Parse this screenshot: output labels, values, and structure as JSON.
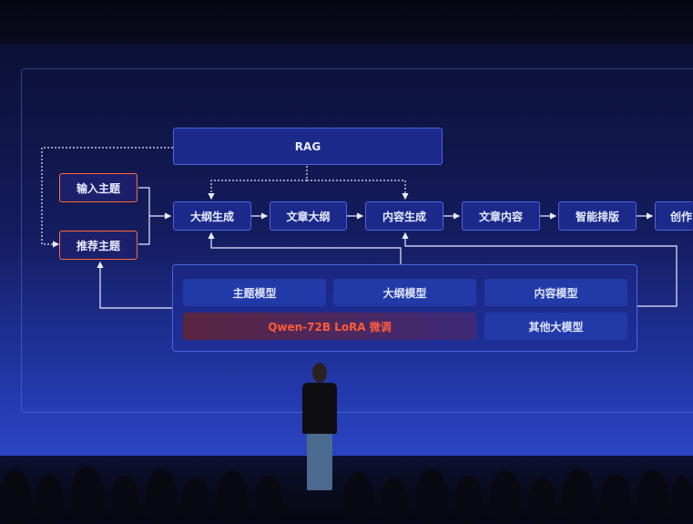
{
  "flow": {
    "rag": "RAG",
    "input_topic": "输入主题",
    "recommend_topic": "推荐主题",
    "outline_gen": "大纲生成",
    "article_outline": "文章大纲",
    "content_gen": "内容生成",
    "article_content": "文章内容",
    "smart_layout": "智能排版",
    "creation": "创作"
  },
  "models": {
    "topic_model": "主题模型",
    "outline_model": "大纲模型",
    "content_model": "内容模型",
    "qwen": "Qwen-72B LoRA 微调",
    "other_models": "其他大模型"
  },
  "colors": {
    "accent_orange": "#ff6a3a",
    "box_blue": "#1b2a8a",
    "panel_blue": "#223aa8"
  }
}
